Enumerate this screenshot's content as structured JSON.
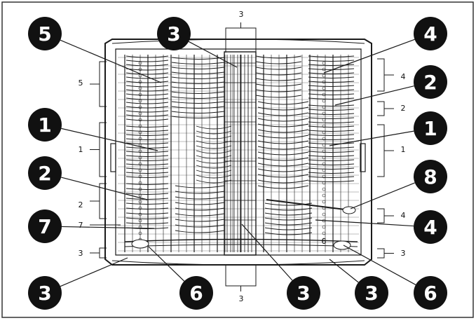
{
  "colors": {
    "line": "#1a1a1a",
    "badge_fill": "#111111",
    "badge_text": "#ffffff",
    "background": "#ffffff"
  },
  "callouts": [
    {
      "label": "5"
    },
    {
      "label": "3"
    },
    {
      "label": "4"
    },
    {
      "label": "2"
    },
    {
      "label": "1"
    },
    {
      "label": "1"
    },
    {
      "label": "2"
    },
    {
      "label": "8"
    },
    {
      "label": "7"
    },
    {
      "label": "4"
    },
    {
      "label": "3"
    },
    {
      "label": "6"
    },
    {
      "label": "3"
    },
    {
      "label": "3"
    },
    {
      "label": "6"
    }
  ],
  "brackets": [
    {
      "label": "5"
    },
    {
      "label": "1"
    },
    {
      "label": "2"
    },
    {
      "label": "7"
    },
    {
      "label": "3"
    },
    {
      "label": "3"
    },
    {
      "label": "4"
    },
    {
      "label": "2"
    },
    {
      "label": "1"
    },
    {
      "label": "4"
    },
    {
      "label": "3"
    },
    {
      "label": "3"
    }
  ],
  "inline_labels": [
    {
      "label": "6"
    }
  ]
}
